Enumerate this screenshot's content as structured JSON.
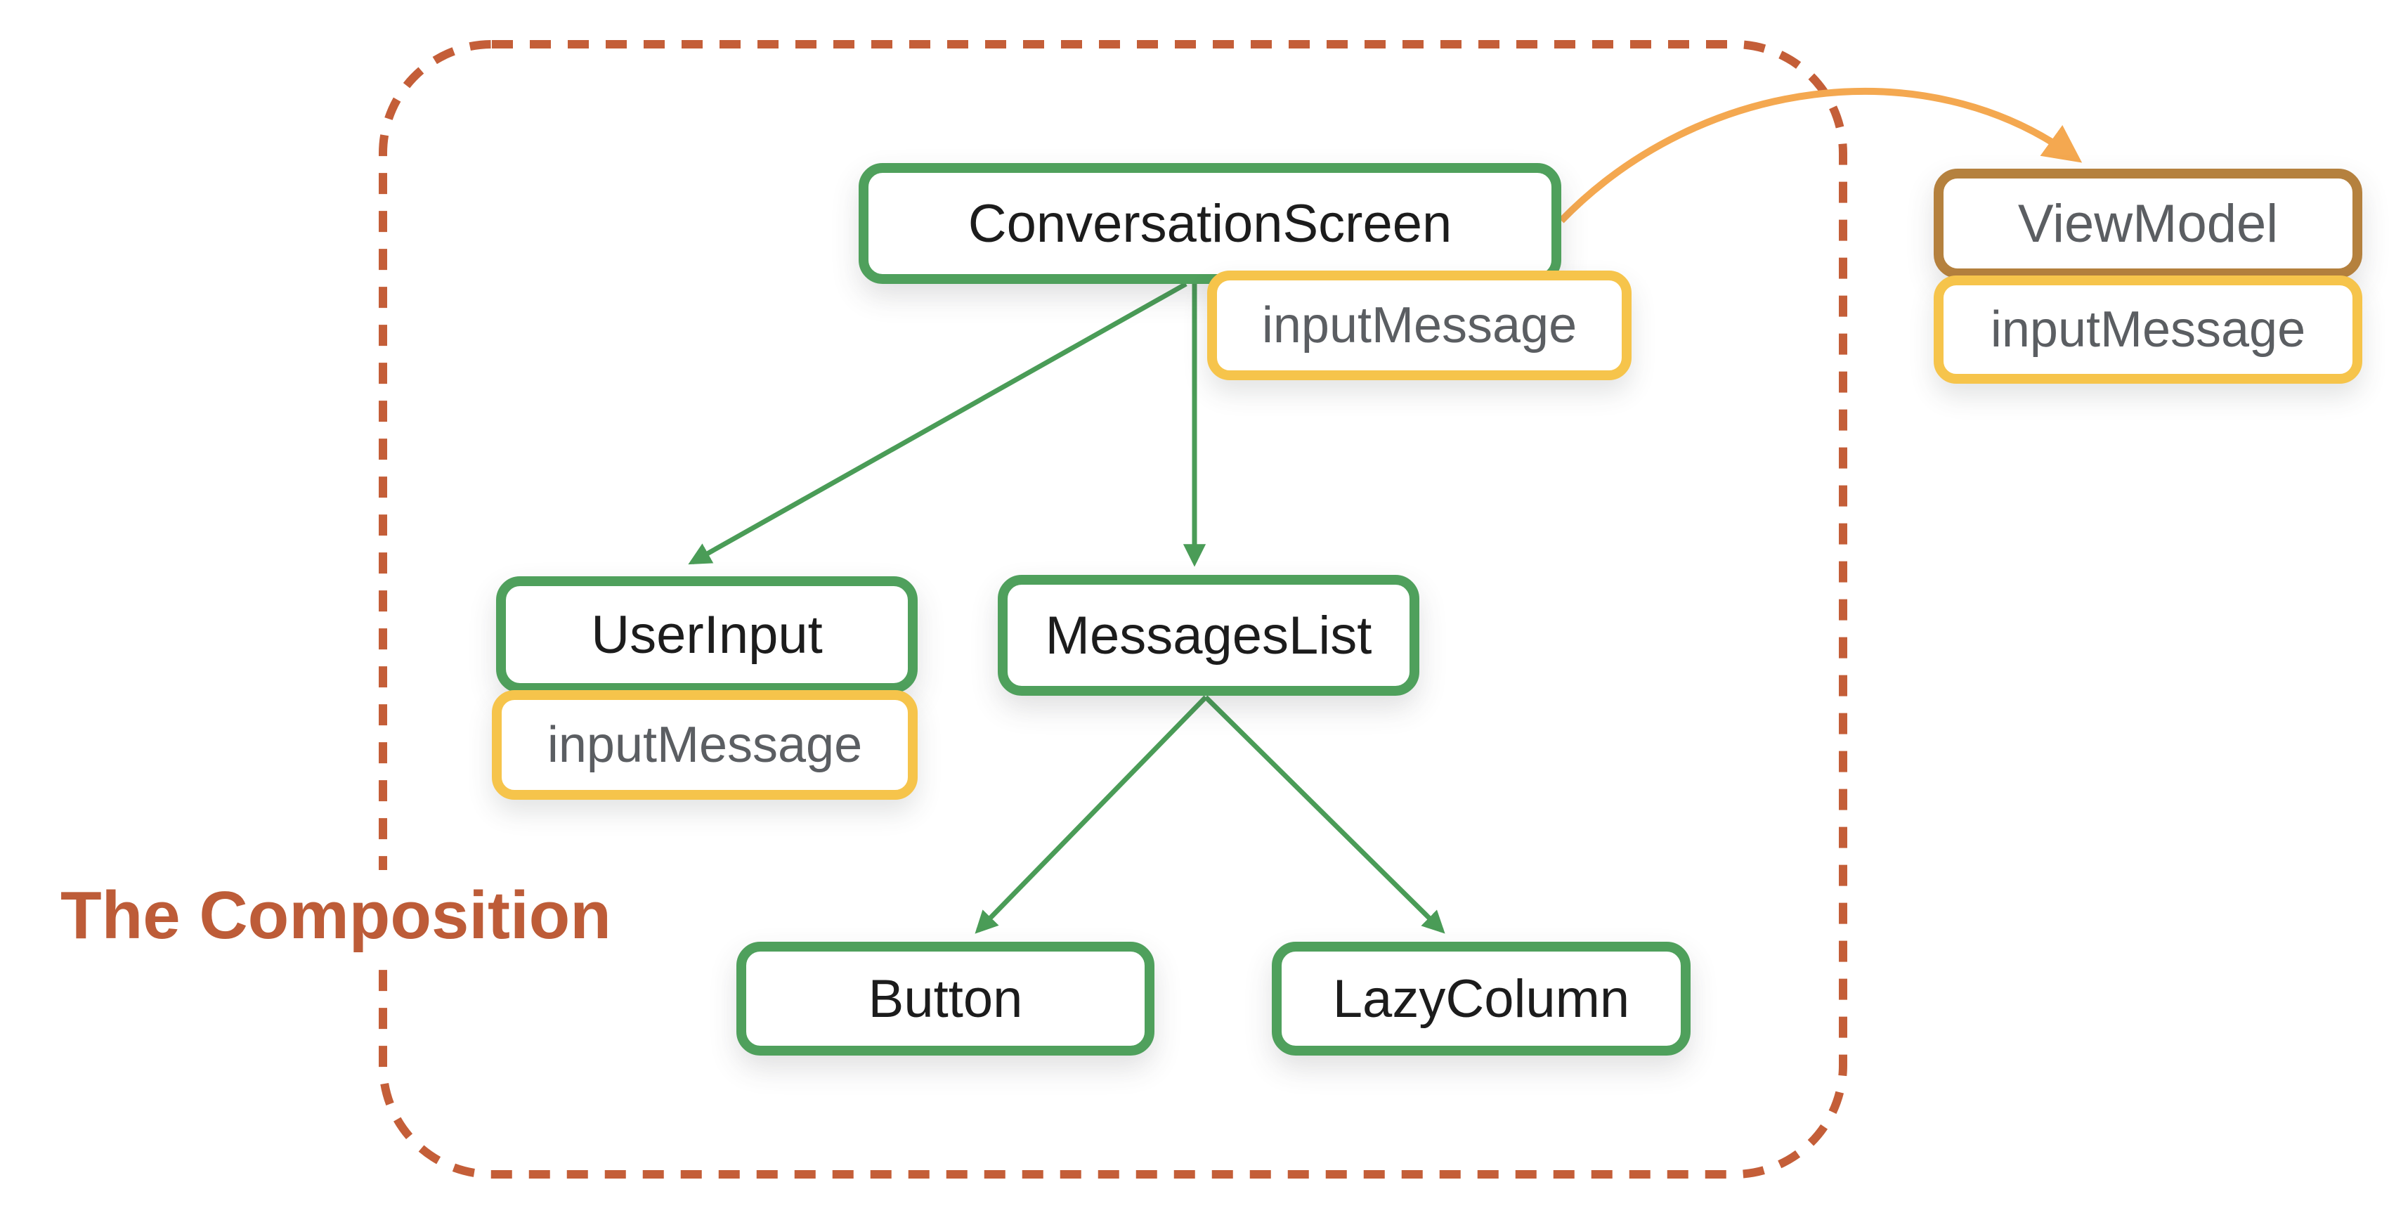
{
  "diagram": {
    "title": "The Composition",
    "nodes": {
      "conversation_screen": {
        "label": "ConversationScreen",
        "type": "composable"
      },
      "user_input": {
        "label": "UserInput",
        "type": "composable"
      },
      "messages_list": {
        "label": "MessagesList",
        "type": "composable"
      },
      "button": {
        "label": "Button",
        "type": "composable"
      },
      "lazy_column": {
        "label": "LazyColumn",
        "type": "composable"
      },
      "view_model": {
        "label": "ViewModel",
        "type": "viewmodel"
      }
    },
    "badges": {
      "conversation_screen_state": {
        "label": "inputMessage"
      },
      "user_input_state": {
        "label": "inputMessage"
      },
      "view_model_state": {
        "label": "inputMessage"
      }
    },
    "edges": [
      {
        "from": "ConversationScreen",
        "to": "UserInput",
        "style": "green-straight-arrow"
      },
      {
        "from": "ConversationScreen",
        "to": "MessagesList",
        "style": "green-straight-arrow"
      },
      {
        "from": "MessagesList",
        "to": "Button",
        "style": "green-straight-arrow"
      },
      {
        "from": "MessagesList",
        "to": "LazyColumn",
        "style": "green-straight-arrow"
      },
      {
        "from": "ConversationScreen",
        "to": "ViewModel",
        "style": "orange-curved-arrow"
      }
    ],
    "colors": {
      "composable_border": "#4fa05c",
      "edge_green": "#4a9c57",
      "state_border": "#f6c44b",
      "viewmodel_border": "#b5813e",
      "edge_orange": "#f4a850",
      "boundary_dashed": "#c45e38",
      "title_text": "#bd5c38",
      "node_text": "#1c1c1c",
      "state_text": "#5b5e62"
    }
  }
}
